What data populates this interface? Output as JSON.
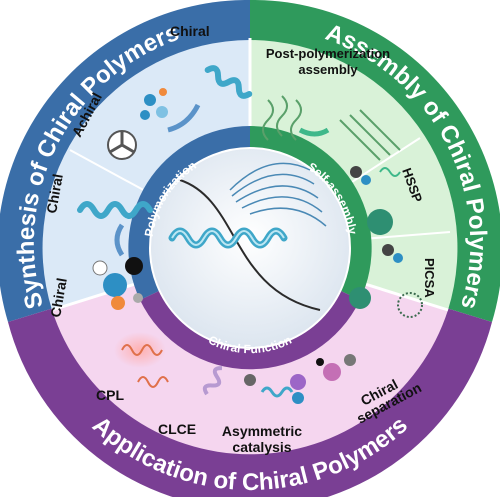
{
  "ring_titles": {
    "synthesis": "Synthesis of Chiral Polymers",
    "assembly": "Assembly of Chiral Polymers",
    "application": "Application of Chiral Polymers"
  },
  "band_titles": {
    "polymerization": "Polymerization",
    "self_assembly": "Self-assembly",
    "chiral_function": "Chiral Function"
  },
  "synthesis_labels": {
    "achiral": "Achiral",
    "chiral_top": "Chiral",
    "chiral_mid": "Chiral",
    "chiral_bottom": "Chiral"
  },
  "assembly_labels": {
    "post_line1": "Post-polymerization",
    "post_line2": "assembly",
    "hssp": "HSSP",
    "picsa": "PICSA"
  },
  "application_labels": {
    "cpl": "CPL",
    "clce": "CLCE",
    "asym_line1": "Asymmetric",
    "asym_line2": "catalysis",
    "sep_line1": "Chiral",
    "sep_line2": "separation"
  },
  "colors": {
    "synthesis_ring": "#3a6ea8",
    "assembly_ring": "#2f9a5c",
    "application_ring": "#7a3f94",
    "synthesis_fill": "#dbe9f7",
    "assembly_fill": "#d9f2d8",
    "application_fill": "#f5d6ef"
  }
}
